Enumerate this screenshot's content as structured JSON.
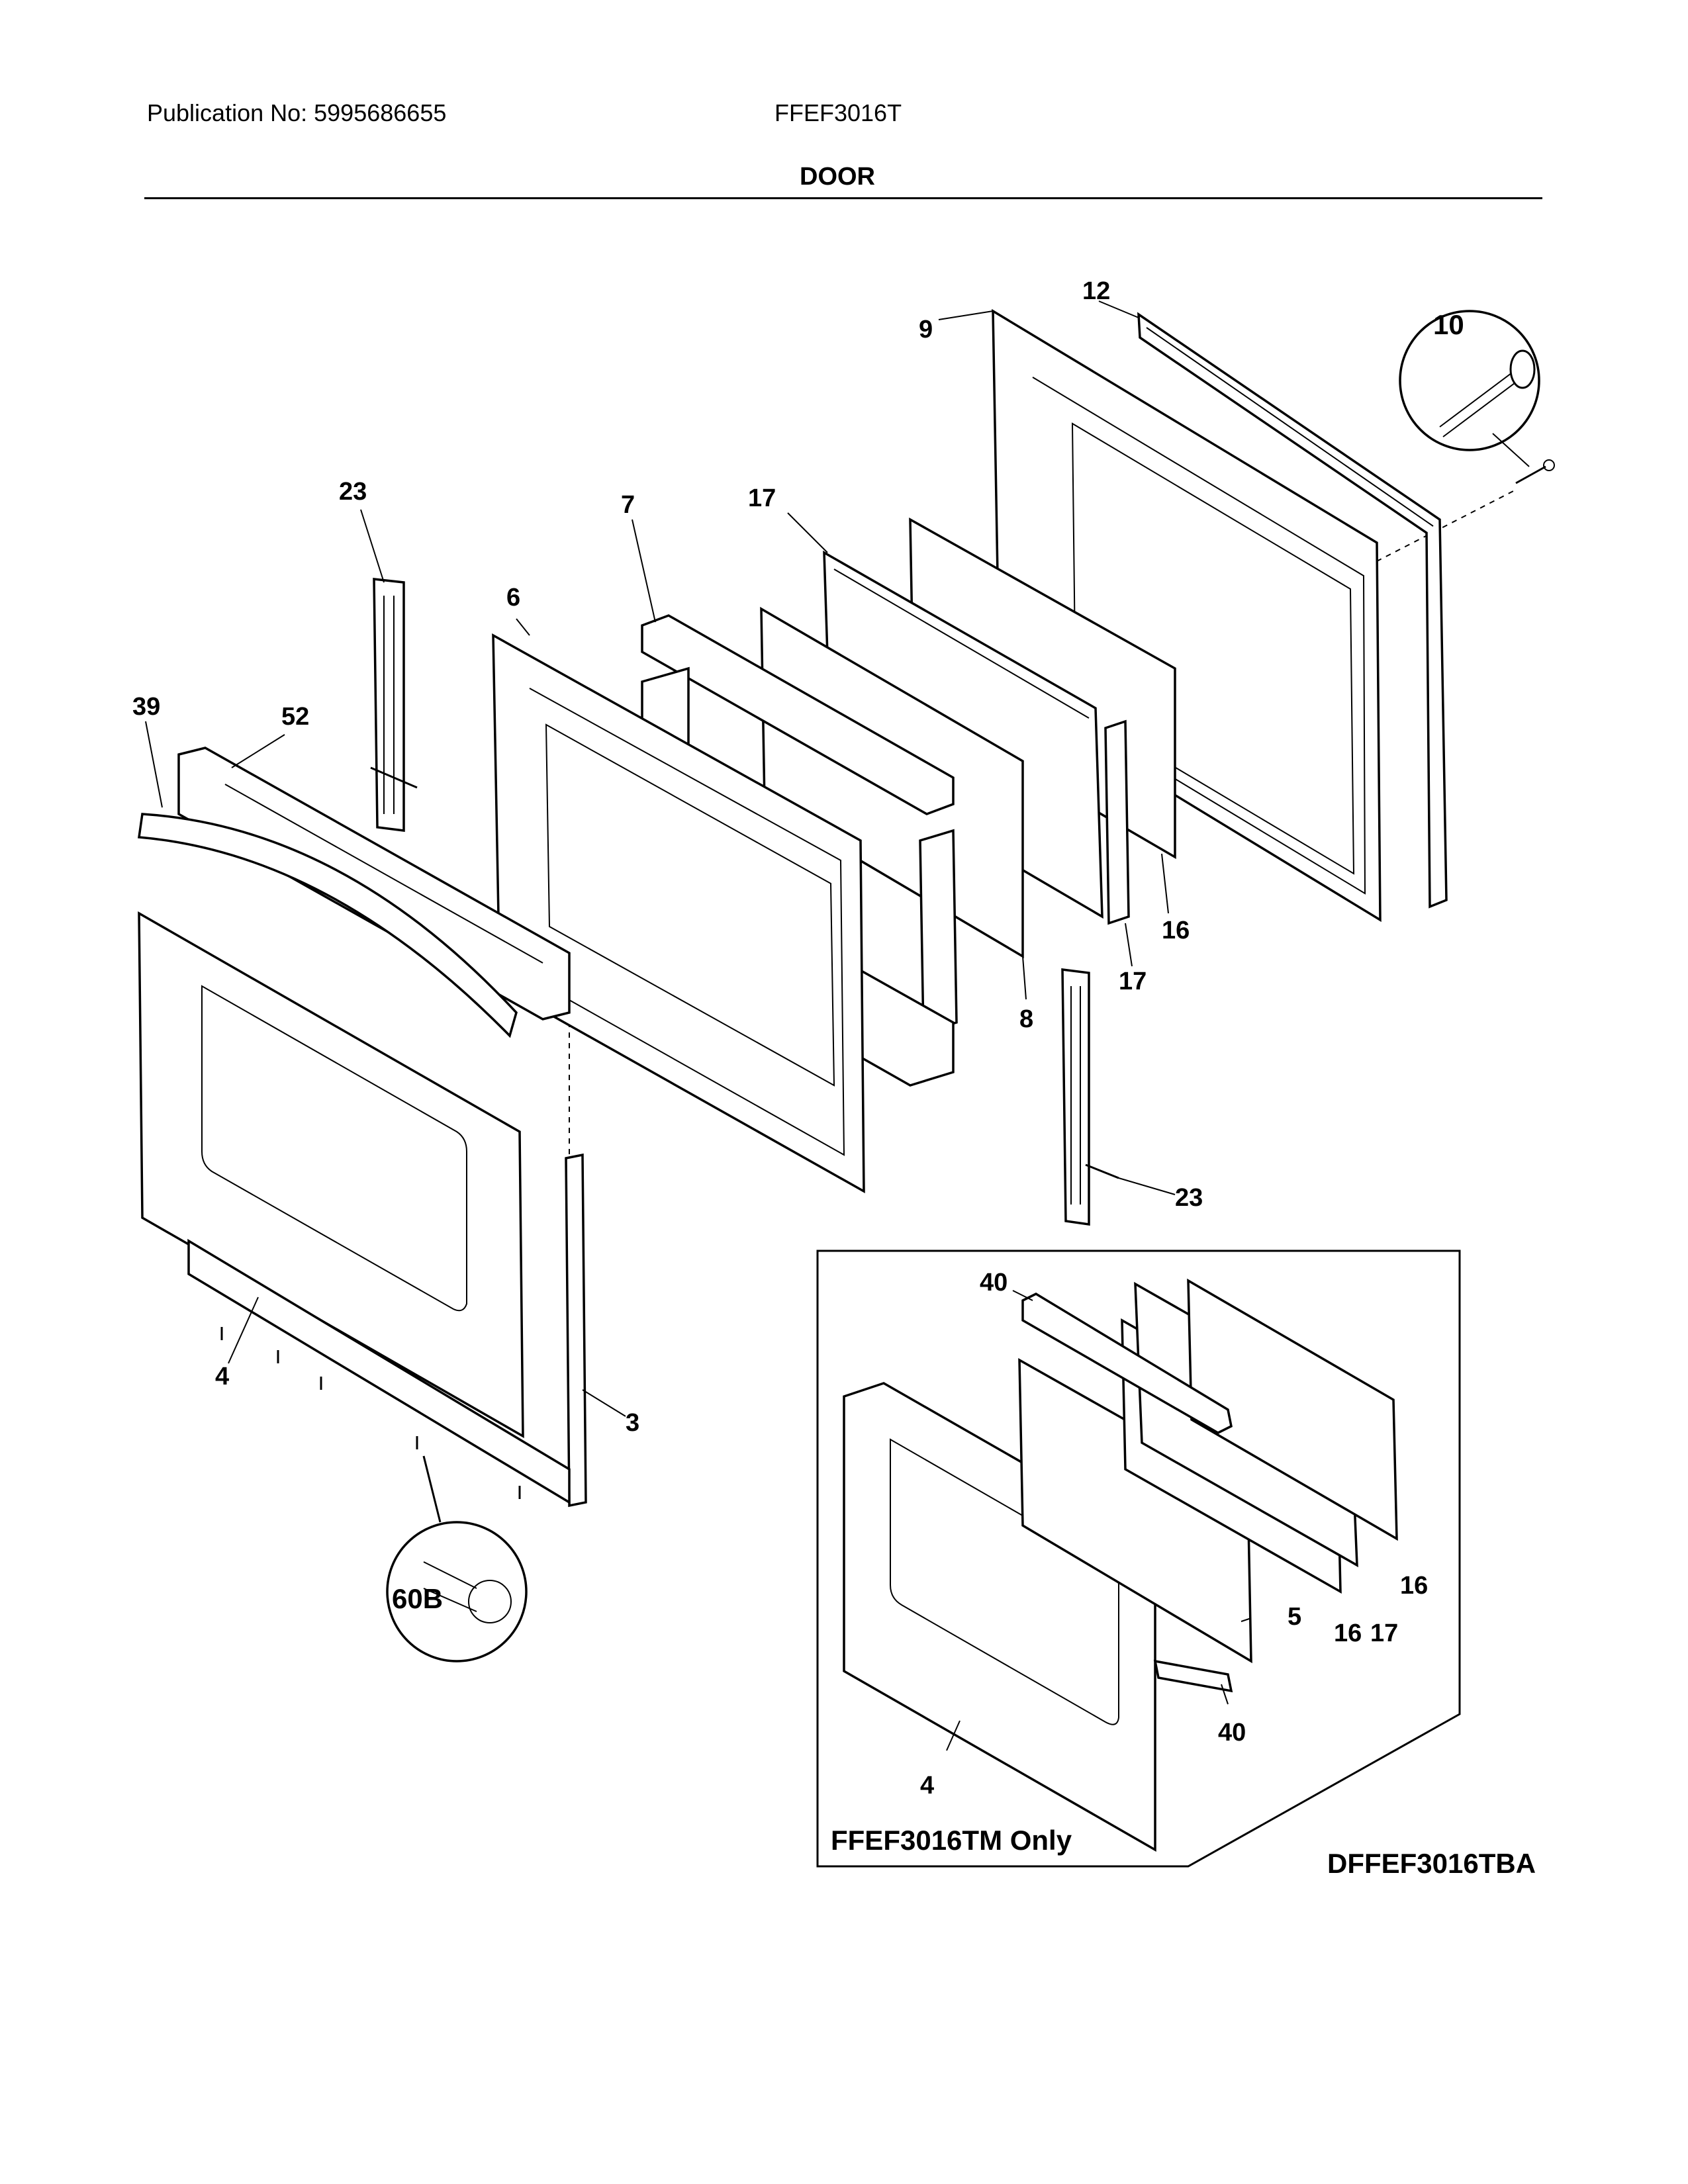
{
  "header": {
    "publication": "Publication No: 5995686655",
    "model": "FFEF3016T",
    "section": "DOOR"
  },
  "callouts": {
    "c12": "12",
    "c9": "9",
    "c10": "10",
    "c23a": "23",
    "c7": "7",
    "c17a": "17",
    "c6": "6",
    "c39": "39",
    "c52": "52",
    "c16a": "16",
    "c17b": "17",
    "c8": "8",
    "c23b": "23",
    "c4a": "4",
    "c3": "3",
    "c60b": "60B",
    "c40a": "40",
    "c16b": "16",
    "c5": "5",
    "c16c": "16",
    "c17c": "17",
    "c40b": "40",
    "c4b": "4"
  },
  "inset_label": "FFEF3016TM Only",
  "diagram_code": "DFFEF3016TBA"
}
